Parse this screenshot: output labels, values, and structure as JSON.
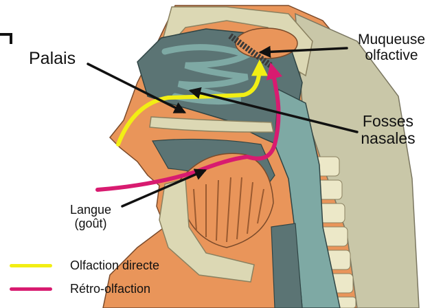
{
  "labels": {
    "palais": "Palais",
    "muqueuse_line1": "Muqueuse",
    "muqueuse_line2": "olfactive",
    "fosses_line1": "Fosses",
    "fosses_line2": "nasales",
    "langue_line1": "Langue",
    "langue_line2": "(goût)"
  },
  "legend": {
    "direct": {
      "label": "Olfaction directe",
      "color": "#f2ee14"
    },
    "retro": {
      "label": "Rétro-olfaction",
      "color": "#d81b70"
    }
  },
  "colors": {
    "tissue_orange": "#e9955a",
    "bone_light": "#dcd8b4",
    "cavity_slate": "#5b7474",
    "cavity_teal": "#7ea9a4",
    "arrow": "#111111"
  }
}
